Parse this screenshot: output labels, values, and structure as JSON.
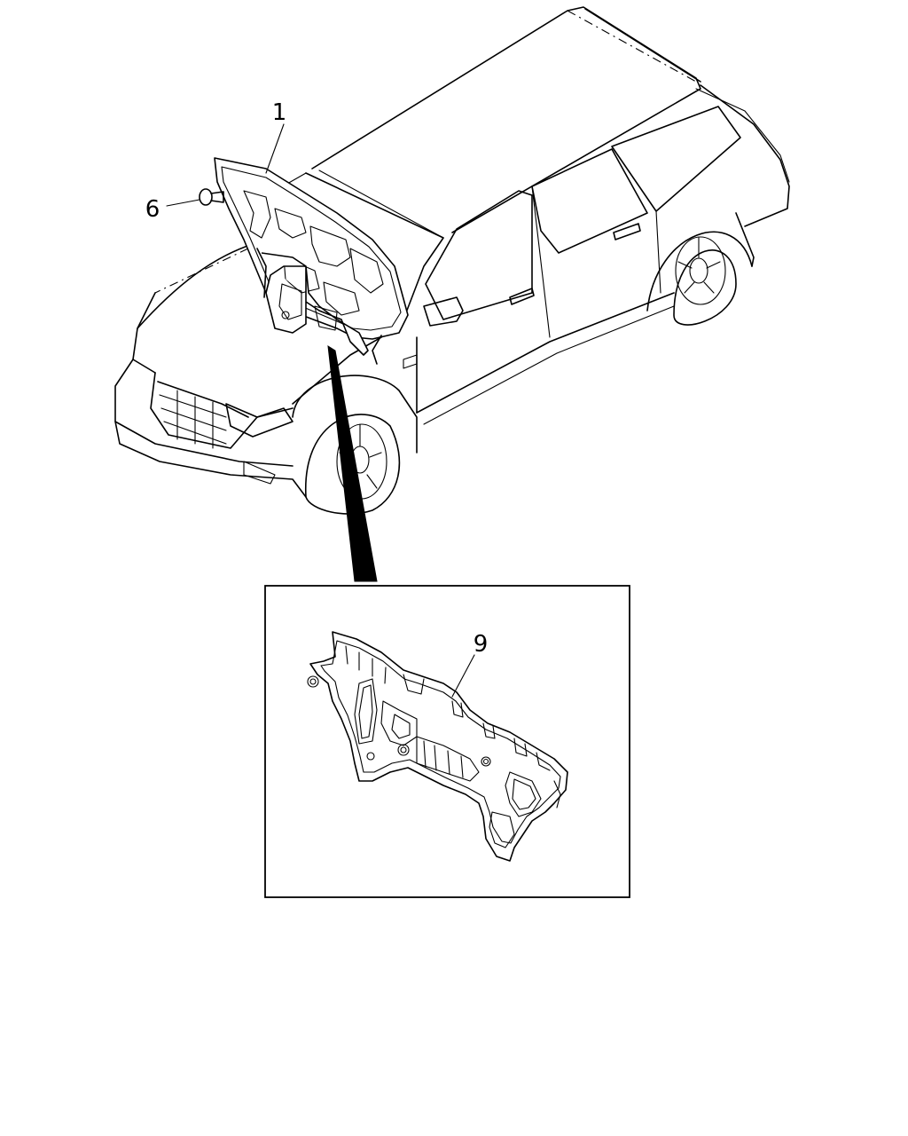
{
  "callouts": {
    "hood_insulator": "1",
    "clip": "6",
    "dash_insulator": "9"
  },
  "colors": {
    "line": "#000000",
    "background": "#ffffff"
  }
}
